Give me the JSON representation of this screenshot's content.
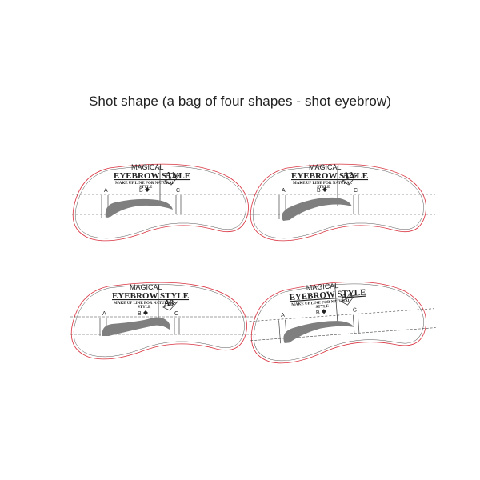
{
  "caption": "Shot shape (a bag of four shapes - shot eyebrow)",
  "stencils": [
    {
      "brand": "MAGICAL",
      "title": "EYEBROW STYLE",
      "line1": "MAKE UP LINE FOR NATURAL",
      "line2": "STYLE",
      "code": "A1",
      "mark_a": "A",
      "mark_b": "B",
      "mark_c": "C"
    },
    {
      "brand": "MAGICAL",
      "title": "EYEBROW STYLE",
      "line1": "MAKE UP LINE FOR NATURAL",
      "line2": "STYLE",
      "code": "A2",
      "mark_a": "A",
      "mark_b": "B",
      "mark_c": "C"
    },
    {
      "brand": "MAGICAL",
      "title": "EYEBROW STYLE",
      "line1": "MAKE UP LINE FOR NATURAL",
      "line2": "STYLE",
      "code": "A3",
      "mark_a": "A",
      "mark_b": "B",
      "mark_c": "C"
    },
    {
      "brand": "MAGICAL",
      "title": "EYEBROW STYLE",
      "line1": "MAKE UP LINE FOR NATURAL",
      "line2": "STYLE",
      "code": "A4",
      "mark_a": "A",
      "mark_b": "B",
      "mark_c": "C"
    }
  ],
  "colors": {
    "outline": "#d9323f",
    "brow": "#7f7f7f",
    "ink": "#222222"
  }
}
